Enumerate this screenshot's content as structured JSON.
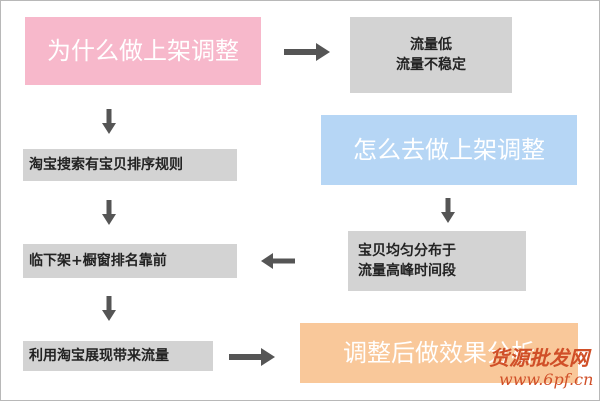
{
  "nodes": {
    "why_adjust": "为什么做上架调整",
    "low_traffic_line1": "流量低",
    "low_traffic_line2": "流量不稳定",
    "search_rules": "淘宝搜索有宝贝排序规则",
    "how_adjust": "怎么去做上架调整",
    "near_delist": "临下架+橱窗排名靠前",
    "distribute_line1": "宝贝均匀分布于",
    "distribute_line2": "流量高峰时间段",
    "display_traffic": "利用淘宝展现带来流量",
    "effect_analysis": "调整后做效果分析"
  },
  "watermark": {
    "site_name": "货源批发网",
    "site_url": "www.6pf.cn"
  },
  "colors": {
    "pink": "#f7b8cb",
    "blue": "#b6d6f5",
    "peach": "#f9c89a",
    "gray": "#d3d3d3",
    "arrow": "#555555",
    "watermark": "#d04f28"
  }
}
